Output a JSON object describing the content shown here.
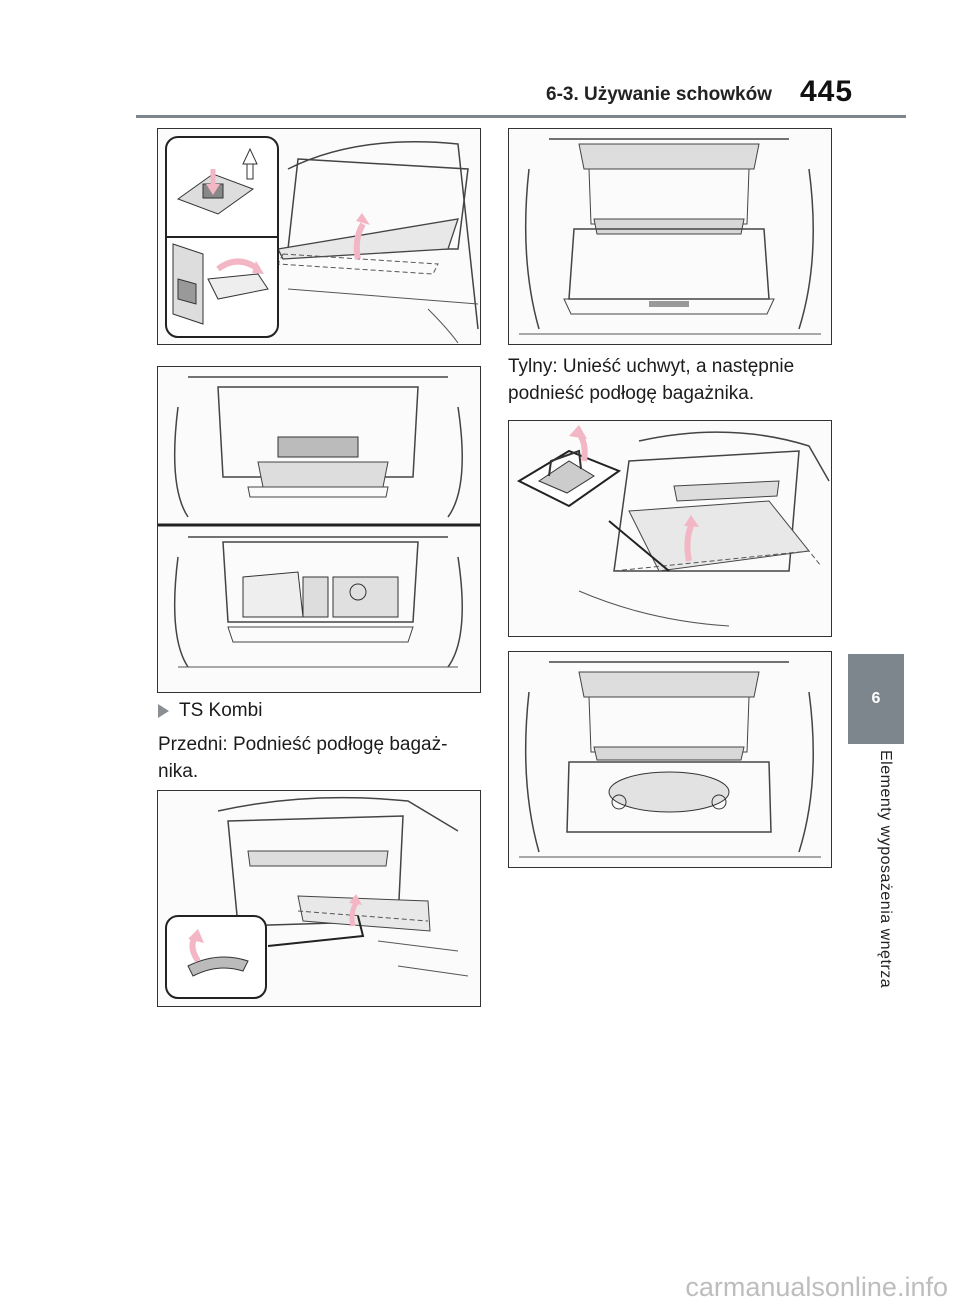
{
  "header": {
    "section_title": "6-3. Używanie schowków",
    "page_number": "445"
  },
  "side_tab": {
    "chapter_number": "6",
    "chapter_title": "Elementy wyposażenia wnętrza"
  },
  "content": {
    "bullet_heading": "TS Kombi",
    "front_instruction_line1": "Przedni: Podnieść podłogę bagaż-",
    "front_instruction_line2": "nika.",
    "rear_instruction_line1": "Tylny: Unieść uchwyt, a następnie",
    "rear_instruction_line2": "podnieść podłogę bagażnika."
  },
  "footer": {
    "watermark": "carmanualsonline.info"
  },
  "colors": {
    "tab_gray": "#7e868d",
    "arrow_pink": "#f2b6c4"
  }
}
